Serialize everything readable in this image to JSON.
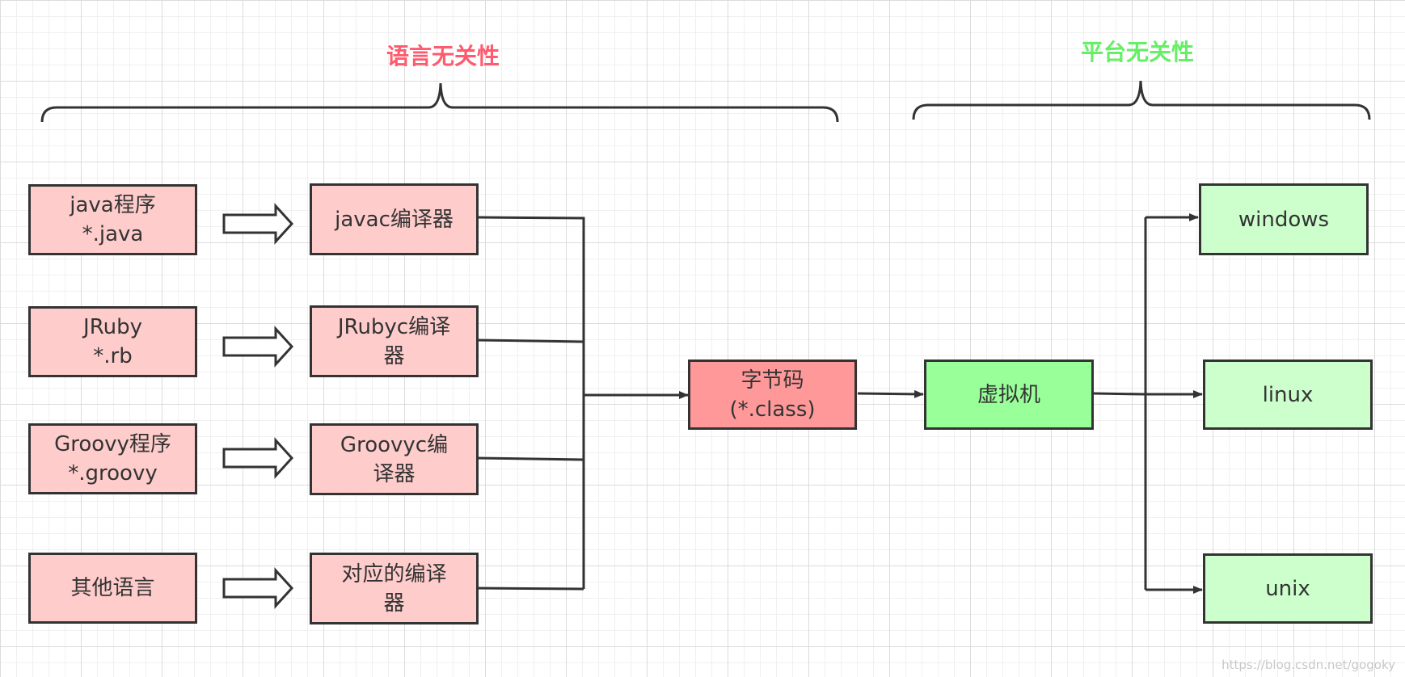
{
  "labels": {
    "language_independence": "语言无关性",
    "platform_independence": "平台无关性"
  },
  "sources": [
    {
      "text": "java程序\n*.java"
    },
    {
      "text": "JRuby\n*.rb"
    },
    {
      "text": "Groovy程序\n*.groovy"
    },
    {
      "text": "其他语言"
    }
  ],
  "compilers": [
    {
      "text": "javac编译器"
    },
    {
      "text": "JRubyc编译\n器"
    },
    {
      "text": "Groovyc编\n译器"
    },
    {
      "text": "对应的编译\n器"
    }
  ],
  "bytecode": {
    "text": "字节码\n(*.class)"
  },
  "vm": {
    "text": "虚拟机"
  },
  "platforms": [
    {
      "text": "windows"
    },
    {
      "text": "linux"
    },
    {
      "text": "unix"
    }
  ],
  "watermark": "https://blog.csdn.net/gogoky",
  "colors": {
    "language_heading": "#ff5a6e",
    "platform_heading": "#66ee66",
    "source_fill": "#ffcccc",
    "bytecode_fill": "#ff9999",
    "vm_fill": "#99ff99",
    "platform_fill": "#ccffcc",
    "stroke": "#333333"
  }
}
